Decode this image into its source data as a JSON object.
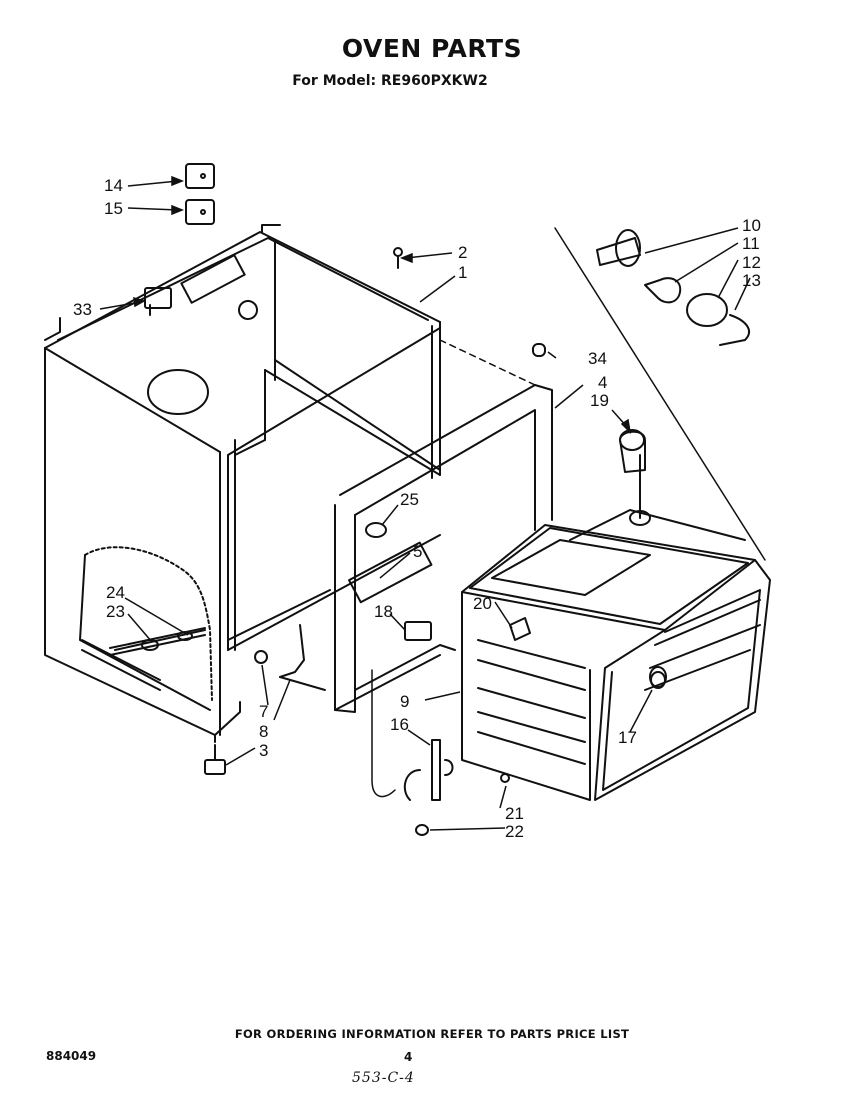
{
  "header": {
    "title": "OVEN PARTS",
    "subtitle": "For Model: RE960PXKW2"
  },
  "callouts": [
    "1",
    "2",
    "3",
    "4",
    "5",
    "7",
    "8",
    "9",
    "10",
    "11",
    "12",
    "13",
    "14",
    "15",
    "16",
    "17",
    "18",
    "19",
    "20",
    "21",
    "22",
    "23",
    "24",
    "25",
    "33",
    "34"
  ],
  "footer": {
    "instruction": "FOR ORDERING INFORMATION REFER TO PARTS PRICE LIST",
    "doc_number": "884049",
    "page_number": "4",
    "handwritten_note": "553-C-4"
  }
}
